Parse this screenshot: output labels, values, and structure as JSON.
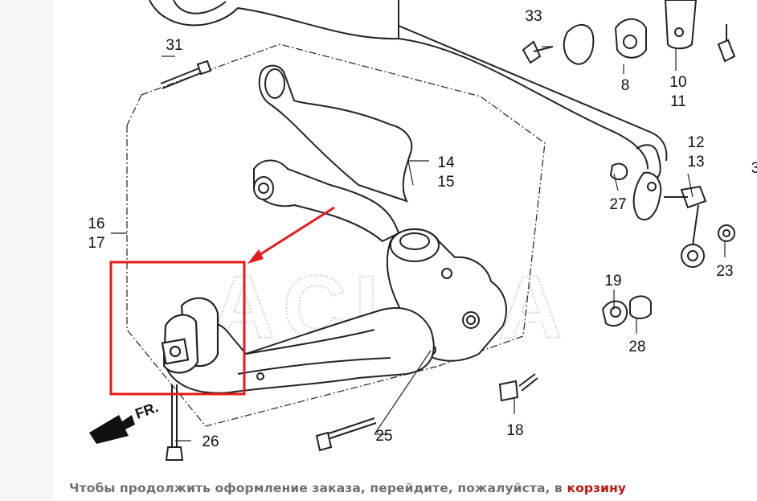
{
  "diagram": {
    "callouts": [
      "31",
      "33",
      "8",
      "10",
      "11",
      "12",
      "13",
      "14",
      "15",
      "16",
      "17",
      "19",
      "23",
      "25",
      "26",
      "27",
      "28",
      "18"
    ],
    "watermark": "ACURA",
    "direction_label": "FR.",
    "colors": {
      "highlight_box": "#e31b1b",
      "arrow": "#e31b1b",
      "ink": "#111111"
    }
  },
  "footer": {
    "text": "Чтобы продолжить оформление заказа, перейдите, пожалуйста, в ",
    "link_label": "корзину",
    "link_color": "#c0140c"
  }
}
